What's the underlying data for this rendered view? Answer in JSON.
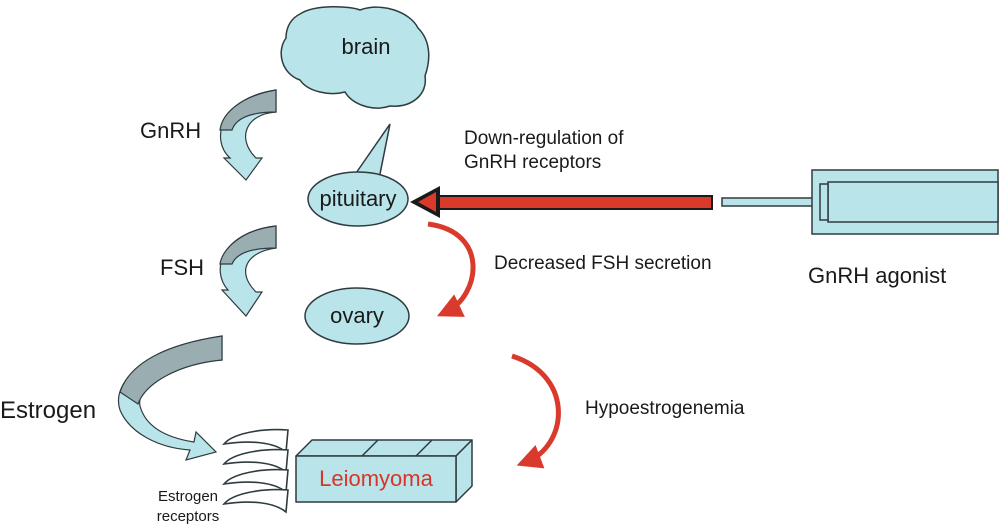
{
  "nodes": {
    "brain": "brain",
    "pituitary": "pituitary",
    "ovary": "ovary",
    "leiomyoma": "Leiomyoma"
  },
  "hormones": {
    "gnrh": "GnRH",
    "fsh": "FSH",
    "estrogen": "Estrogen"
  },
  "receptors": {
    "line1": "Estrogen",
    "line2": "receptors"
  },
  "effects": {
    "downregulation_line1": "Down-regulation of",
    "downregulation_line2": "GnRH receptors",
    "decreased_fsh": "Decreased FSH secretion",
    "hypoestrogenemia": "Hypoestrogenemia"
  },
  "drug": {
    "label": "GnRH agonist"
  },
  "colors": {
    "shape_fill": "#b9e4ea",
    "shape_stroke": "#2f3b3f",
    "curl_dark": "#9aaeb1",
    "red_arrow": "#d93a2b",
    "leiomyoma_text": "#d9342a"
  }
}
